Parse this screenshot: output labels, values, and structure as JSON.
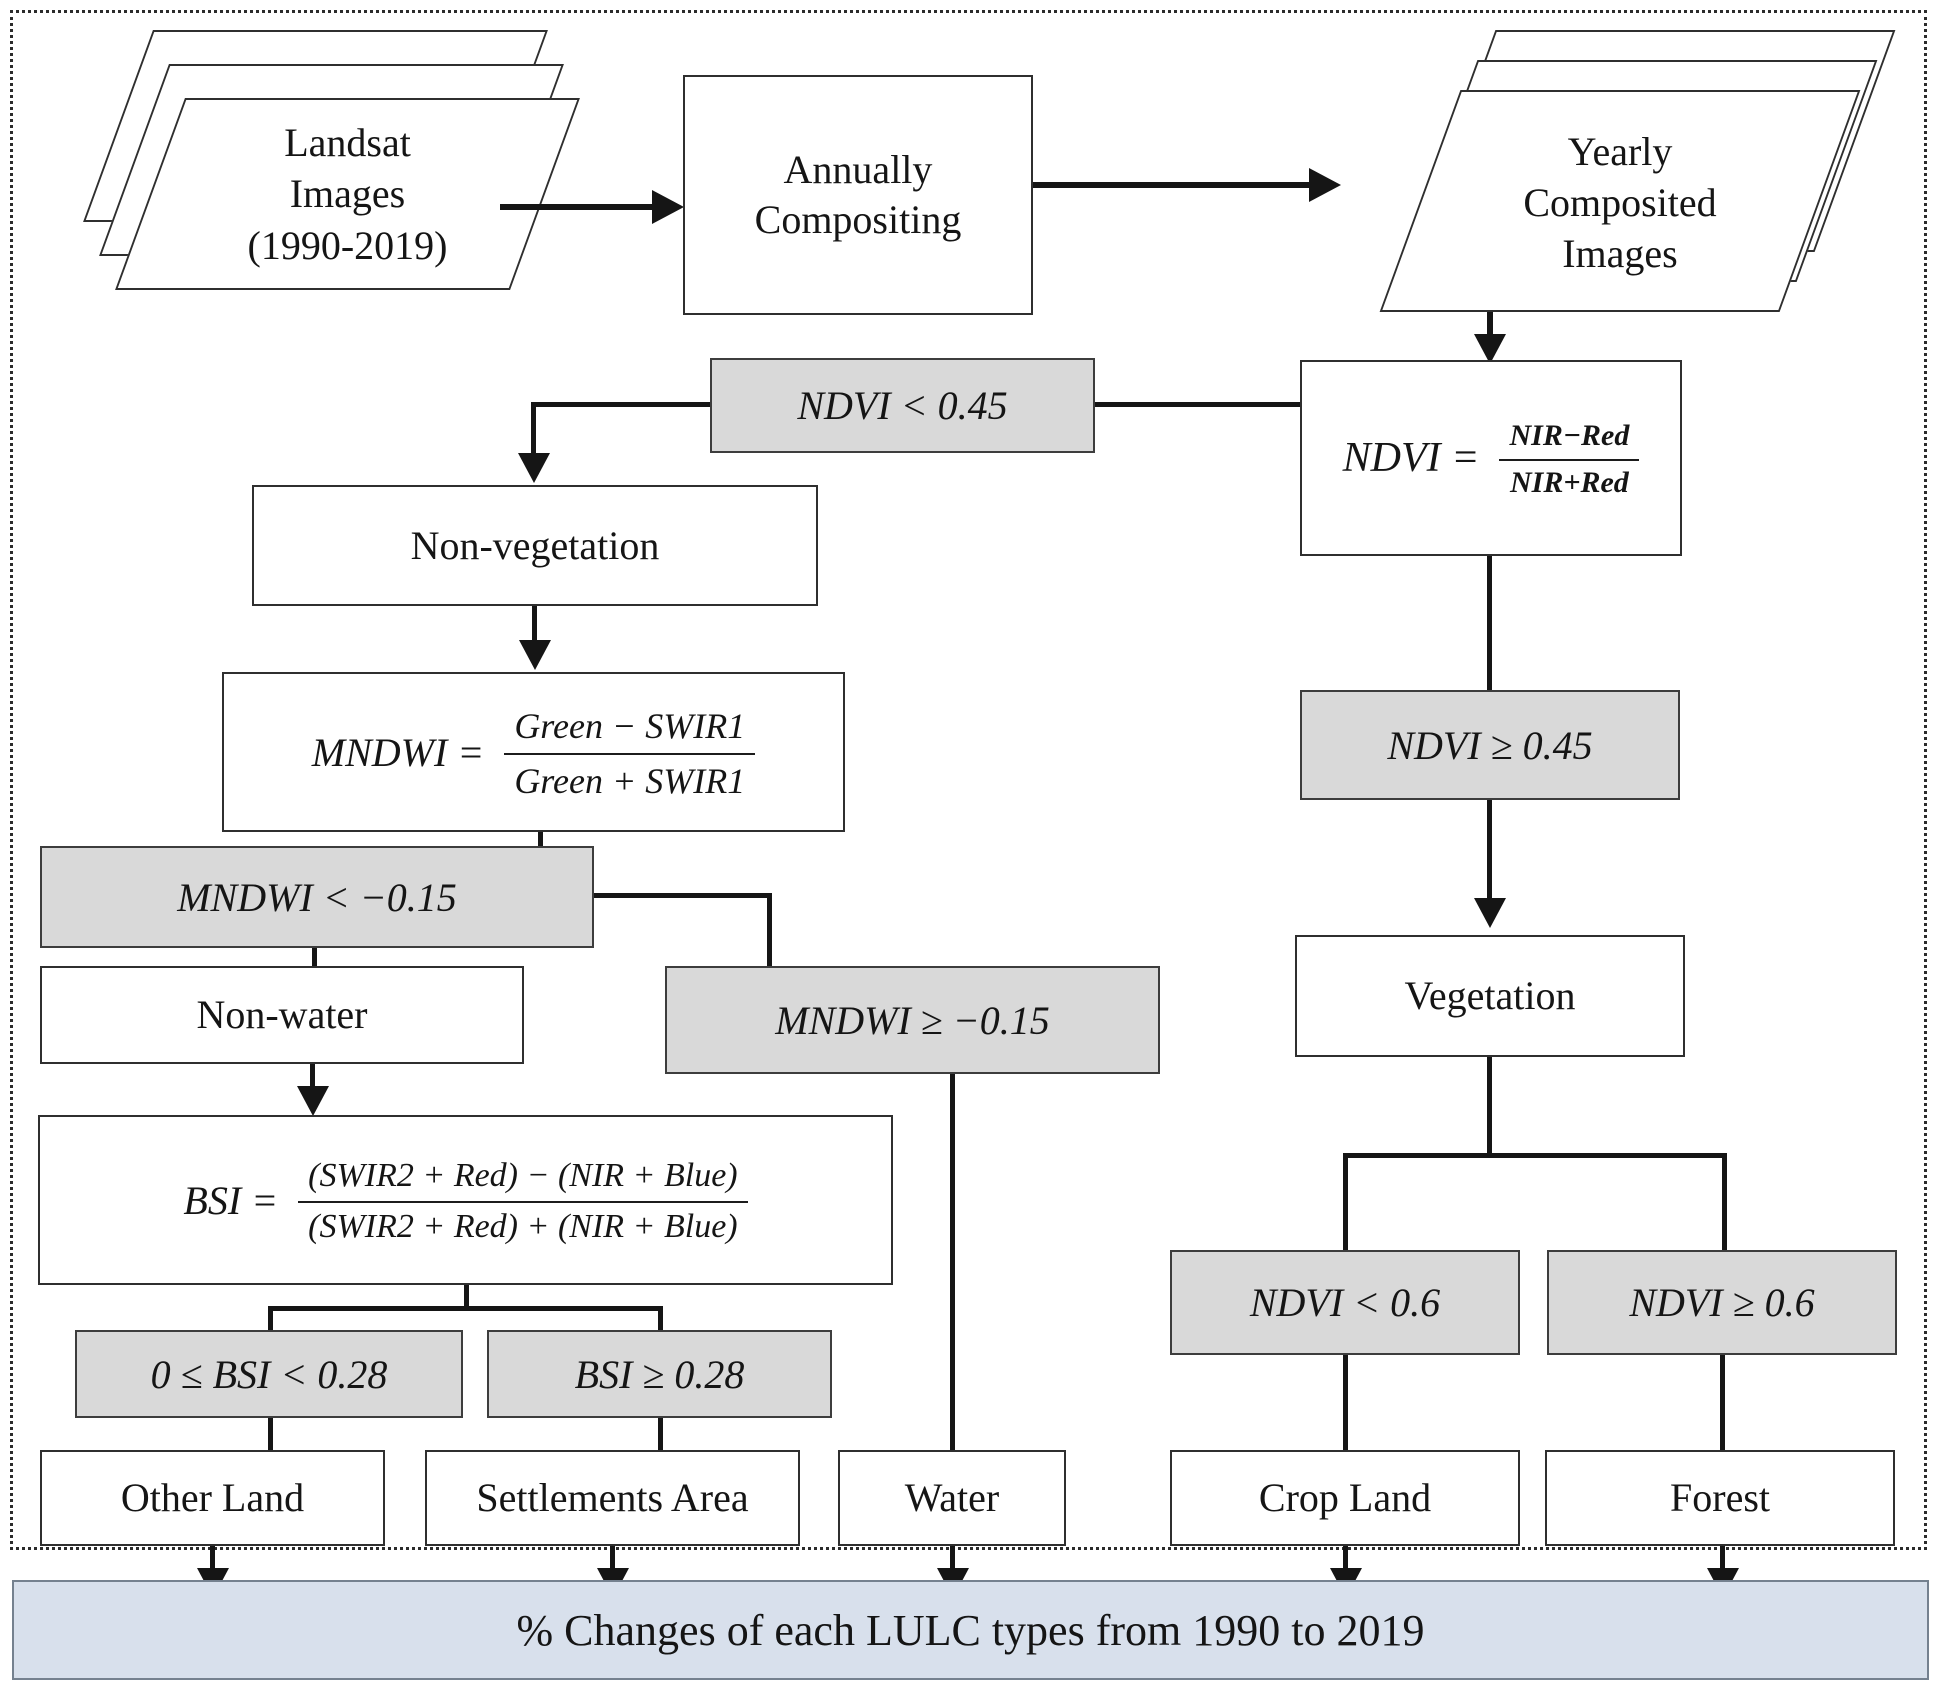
{
  "diagram": {
    "title_hint": "LULC classification decision flowchart",
    "colors": {
      "condition_fill": "#d9d9d9",
      "node_fill": "#ffffff",
      "node_border": "#2f2f2f",
      "footer_fill": "#d8e0ec",
      "footer_border": "#75818f",
      "line": "#151515"
    },
    "nodes": {
      "landsat_stack": {
        "line1": "Landsat",
        "line2": "Images",
        "line3": "(1990-2019)"
      },
      "annually": {
        "line1": "Annually",
        "line2": "Compositing"
      },
      "yearly_stack": {
        "line1": "Yearly",
        "line2": "Composited",
        "line3": "Images"
      },
      "ndvi_formula": {
        "lhs": "NDVI =",
        "num": "NIR−Red",
        "den": "NIR+Red"
      },
      "cond_ndvi_lt_045": "NDVI < 0.45",
      "cond_ndvi_ge_045": "NDVI ≥ 0.45",
      "non_vegetation": "Non-vegetation",
      "vegetation": "Vegetation",
      "mndwi_formula": {
        "lhs": "MNDWI =",
        "num": "Green − SWIR1",
        "den": "Green + SWIR1"
      },
      "cond_mndwi_lt": "MNDWI < −0.15",
      "cond_mndwi_ge": "MNDWI ≥ −0.15",
      "non_water": "Non-water",
      "bsi_formula": {
        "lhs": "BSI =",
        "num": "(SWIR2 + Red) − (NIR + Blue)",
        "den": "(SWIR2 + Red) + (NIR + Blue)"
      },
      "cond_bsi_range": "0 ≤ BSI < 0.28",
      "cond_bsi_ge": "BSI ≥ 0.28",
      "other_land": "Other Land",
      "settlements_area": "Settlements Area",
      "water": "Water",
      "cond_ndvi_lt_06": "NDVI < 0.6",
      "cond_ndvi_ge_06": "NDVI ≥ 0.6",
      "crop_land": "Crop Land",
      "forest": "Forest"
    },
    "footer": "% Changes of each LULC types from 1990 to 2019"
  }
}
